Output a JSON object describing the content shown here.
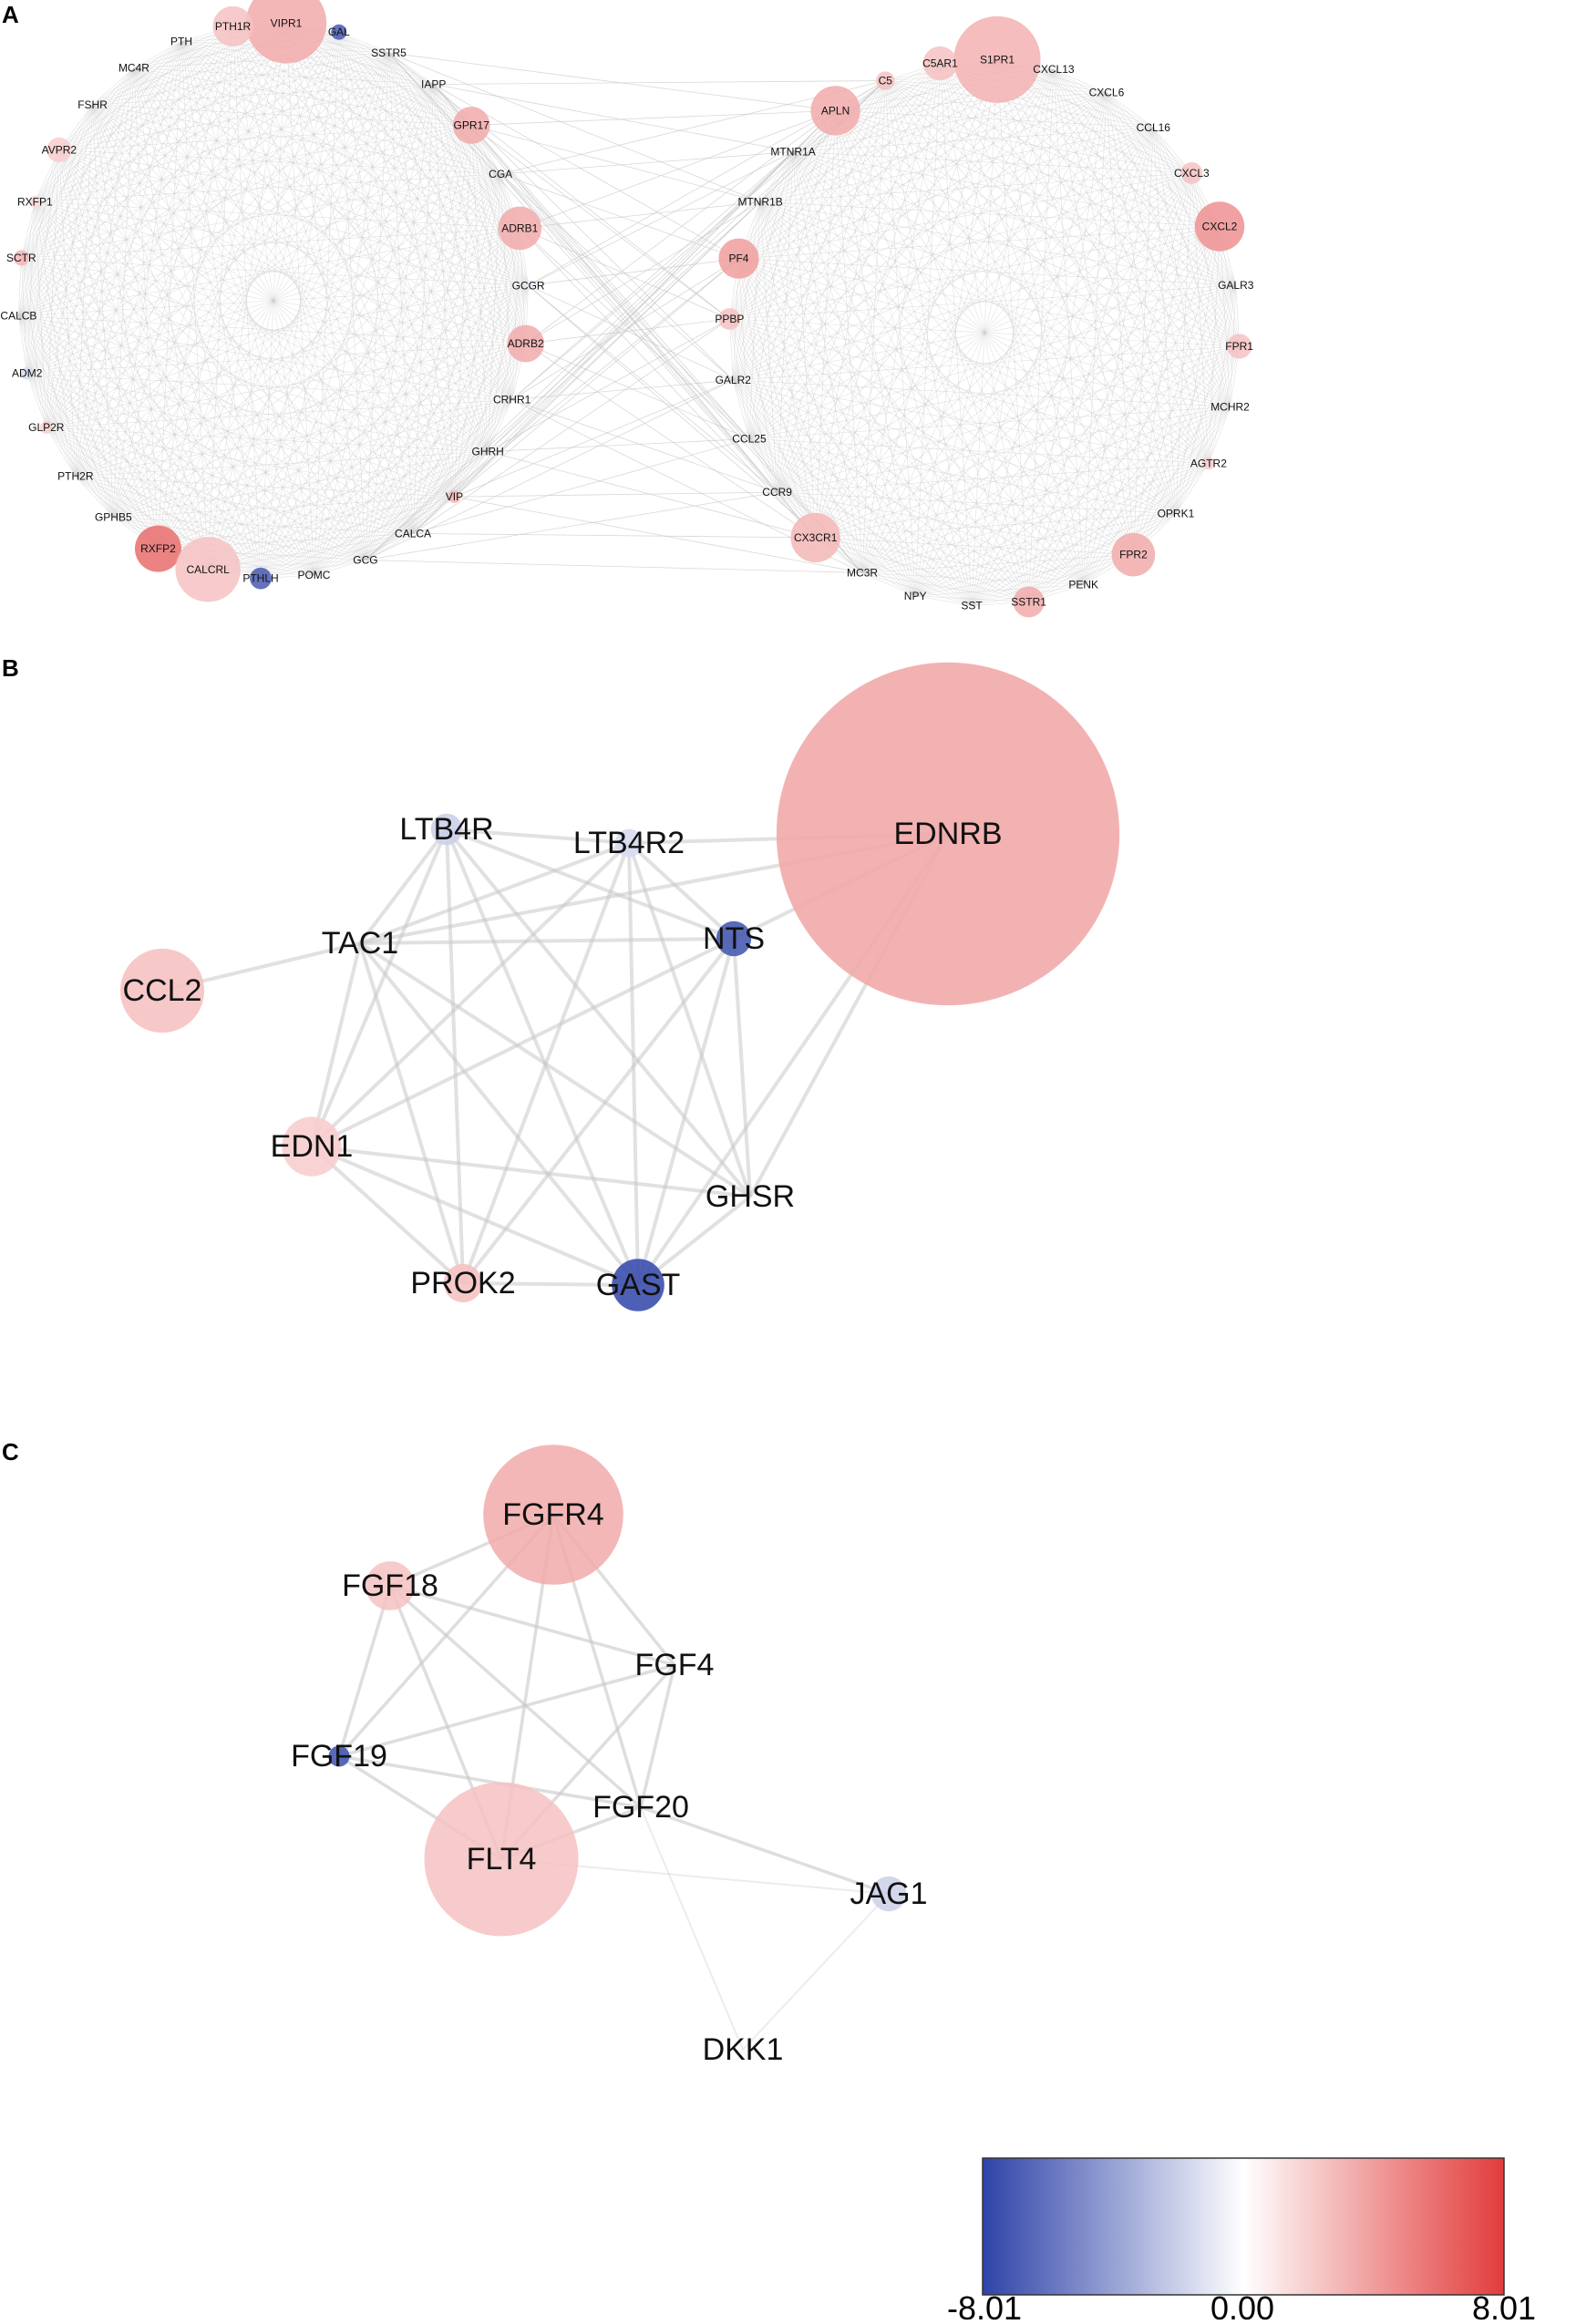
{
  "figure": {
    "panel_a": {
      "letter": "A",
      "clusters": [
        {
          "nodes": [
            {
              "label": "VIPR1",
              "value": 3.5,
              "size": 2.6
            },
            {
              "label": "PTH1R",
              "value": 2.5,
              "size": 1.3
            },
            {
              "label": "PTH",
              "value": 0,
              "size": 0.2
            },
            {
              "label": "MC4R",
              "value": 0,
              "size": 0.2
            },
            {
              "label": "FSHR",
              "value": 0,
              "size": 0.2
            },
            {
              "label": "AVPR2",
              "value": 2.0,
              "size": 0.8
            },
            {
              "label": "RXFP1",
              "value": 1.5,
              "size": 0.4
            },
            {
              "label": "SCTR",
              "value": 3.0,
              "size": 0.5
            },
            {
              "label": "CALCB",
              "value": 0,
              "size": 0.2
            },
            {
              "label": "ADM2",
              "value": -1.5,
              "size": 0.4
            },
            {
              "label": "GLP2R",
              "value": 2.0,
              "size": 0.4
            },
            {
              "label": "PTH2R",
              "value": 0,
              "size": 0.2
            },
            {
              "label": "GPHB5",
              "value": 0,
              "size": 0.2
            },
            {
              "label": "RXFP2",
              "value": 6.0,
              "size": 1.5
            },
            {
              "label": "CALCRL",
              "value": 2.5,
              "size": 2.1
            },
            {
              "label": "PTHLH",
              "value": -7.0,
              "size": 0.7
            },
            {
              "label": "POMC",
              "value": 0,
              "size": 0.2
            },
            {
              "label": "GCG",
              "value": 0,
              "size": 0.2
            },
            {
              "label": "CALCA",
              "value": 0,
              "size": 0.2
            },
            {
              "label": "VIP",
              "value": 3.0,
              "size": 0.4
            },
            {
              "label": "GHRH",
              "value": 0,
              "size": 0.2
            },
            {
              "label": "CRHR1",
              "value": 0,
              "size": 0.2
            },
            {
              "label": "ADRB2",
              "value": 3.5,
              "size": 1.2
            },
            {
              "label": "GCGR",
              "value": -1.0,
              "size": 0.3
            },
            {
              "label": "ADRB1",
              "value": 3.5,
              "size": 1.4
            },
            {
              "label": "CGA",
              "value": 0,
              "size": 0.2
            },
            {
              "label": "GPR17",
              "value": 3.5,
              "size": 1.2
            },
            {
              "label": "IAPP",
              "value": 0,
              "size": 0.2
            },
            {
              "label": "SSTR5",
              "value": 0,
              "size": 0.2
            },
            {
              "label": "GAL",
              "value": -7.0,
              "size": 0.5
            }
          ]
        },
        {
          "nodes": [
            {
              "label": "S1PR1",
              "value": 3.2,
              "size": 2.8
            },
            {
              "label": "CXCL13",
              "value": 0,
              "size": 0.2
            },
            {
              "label": "CXCL6",
              "value": 0,
              "size": 0.2
            },
            {
              "label": "CCL16",
              "value": 0,
              "size": 0.2
            },
            {
              "label": "CXCL3",
              "value": 2.5,
              "size": 0.7
            },
            {
              "label": "CXCL2",
              "value": 4.5,
              "size": 1.6
            },
            {
              "label": "GALR3",
              "value": 0,
              "size": 0.2
            },
            {
              "label": "FPR1",
              "value": 2.5,
              "size": 0.8
            },
            {
              "label": "MCHR2",
              "value": 0,
              "size": 0.2
            },
            {
              "label": "AGTR2",
              "value": 2.0,
              "size": 0.4
            },
            {
              "label": "OPRK1",
              "value": 0,
              "size": 0.2
            },
            {
              "label": "FPR2",
              "value": 3.5,
              "size": 1.4
            },
            {
              "label": "PENK",
              "value": 0,
              "size": 0.2
            },
            {
              "label": "SSTR1",
              "value": 3.5,
              "size": 1.0
            },
            {
              "label": "SST",
              "value": 0,
              "size": 0.2
            },
            {
              "label": "NPY",
              "value": 0,
              "size": 0.2
            },
            {
              "label": "MC3R",
              "value": 0,
              "size": 0.2
            },
            {
              "label": "CX3CR1",
              "value": 3.0,
              "size": 1.6
            },
            {
              "label": "CCR9",
              "value": 0,
              "size": 0.2
            },
            {
              "label": "CCL25",
              "value": 0,
              "size": 0.2
            },
            {
              "label": "GALR2",
              "value": 0,
              "size": 0.2
            },
            {
              "label": "PPBP",
              "value": 2.5,
              "size": 0.7
            },
            {
              "label": "PF4",
              "value": 4.0,
              "size": 1.3
            },
            {
              "label": "MTNR1B",
              "value": 0,
              "size": 0.2
            },
            {
              "label": "MTNR1A",
              "value": 0,
              "size": 0.2
            },
            {
              "label": "APLN",
              "value": 3.5,
              "size": 1.6
            },
            {
              "label": "C5",
              "value": 2.5,
              "size": 0.6
            },
            {
              "label": "C5AR1",
              "value": 2.5,
              "size": 1.1
            }
          ]
        }
      ]
    },
    "panel_b": {
      "letter": "B",
      "nodes": [
        {
          "label": "EDNRB",
          "value": 3.5,
          "size": 9.8
        },
        {
          "label": "LTB4R",
          "value": -2.0,
          "size": 0.9
        },
        {
          "label": "LTB4R2",
          "value": -1.5,
          "size": 0.8
        },
        {
          "label": "NTS",
          "value": -7.0,
          "size": 1.0
        },
        {
          "label": "TAC1",
          "value": 0,
          "size": 0.2
        },
        {
          "label": "CCL2",
          "value": 2.5,
          "size": 2.4
        },
        {
          "label": "EDN1",
          "value": 2.0,
          "size": 1.7
        },
        {
          "label": "GHSR",
          "value": 0,
          "size": 0.2
        },
        {
          "label": "PROK2",
          "value": 2.5,
          "size": 1.1
        },
        {
          "label": "GAST",
          "value": -7.5,
          "size": 1.5
        }
      ]
    },
    "panel_c": {
      "letter": "C",
      "nodes": [
        {
          "label": "FGFR4",
          "value": 3.5,
          "size": 4.0
        },
        {
          "label": "FGF18",
          "value": 2.5,
          "size": 1.4
        },
        {
          "label": "FGF4",
          "value": 0,
          "size": 0.2
        },
        {
          "label": "FGF19",
          "value": -7.5,
          "size": 0.6
        },
        {
          "label": "FGF20",
          "value": 0,
          "size": 0.2
        },
        {
          "label": "FLT4",
          "value": 2.5,
          "size": 4.4
        },
        {
          "label": "JAG1",
          "value": -2.0,
          "size": 1.0
        },
        {
          "label": "DKK1",
          "value": 0,
          "size": 0.2
        }
      ]
    },
    "colorbar": {
      "min_label": "-8.01",
      "mid_label": "0.00",
      "max_label": "8.01",
      "min": -8.01,
      "max": 8.01,
      "color_low": "#2e43a8",
      "color_mid": "#ffffff",
      "color_high": "#e23c3c"
    }
  }
}
